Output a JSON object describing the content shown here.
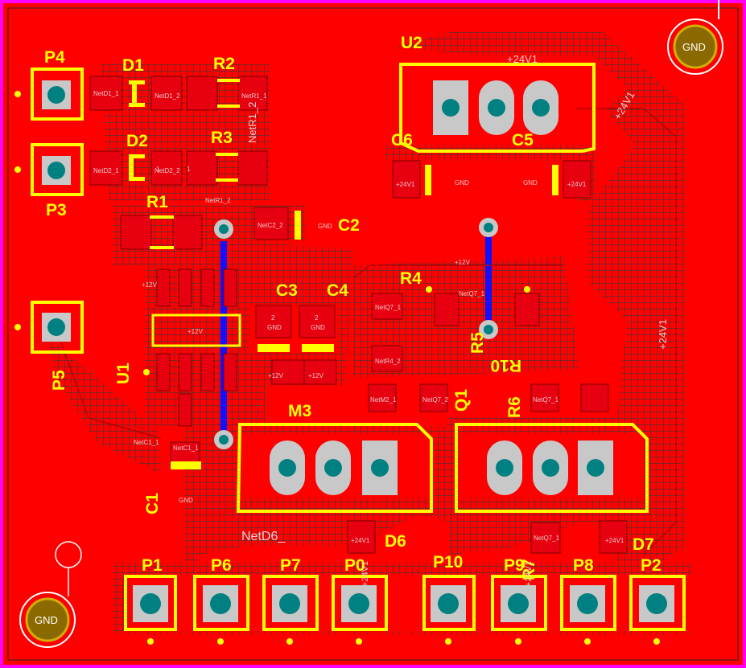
{
  "board": {
    "designators": {
      "U2": "U2",
      "P4": "P4",
      "D1": "D1",
      "R2": "R2",
      "D2": "D2",
      "R3": "R3",
      "P3": "P3",
      "R1": "R1",
      "C2": "C2",
      "C6": "C6",
      "C5": "C5",
      "C3": "C3",
      "C4": "C4",
      "R4": "R4",
      "U1": "U1",
      "P5": "P5",
      "M3": "M3",
      "Q1": "Q1",
      "R6": "R6",
      "R5": "R5",
      "C1": "C1",
      "D6": "D6",
      "D7": "D7",
      "P1": "P1",
      "P6": "P6",
      "P7": "P7",
      "P0": "P0",
      "P10": "P10",
      "P9": "P9",
      "P8": "P8",
      "P2": "P2",
      "R10": "R10",
      "R7": "R7"
    },
    "nets": {
      "24V1": "+24V1",
      "12V": "+12V",
      "gnd": "GND",
      "netd6": "NetD6_",
      "netr1_2": "NetR1_2",
      "netc1_1": "NetC1_1",
      "netq7_1": "NetQ7_1",
      "netr4_2": "NetR4_2",
      "netc2_2": "NetC2_2",
      "netd1_1": "NetD1_1",
      "netd1_2": "NetD1_2",
      "netr1_1": "NetR1_1",
      "netd2_1": "NetD2_1",
      "netd2_2": "NetD2_2",
      "netr1_2b": "NetR1_2",
      "netm_1": "NetM2_1",
      "netq_2": "NetQ7_2",
      "num1": "1",
      "num2": "2"
    },
    "mounting_holes": [
      "GND",
      "GND"
    ],
    "colors": {
      "top_copper": "#ff0000",
      "keepout": "#ff00ff",
      "silkscreen": "#ffff00",
      "pad": "#c8c8c8",
      "drill": "#008080",
      "bottom_trace": "#0000ff"
    }
  }
}
